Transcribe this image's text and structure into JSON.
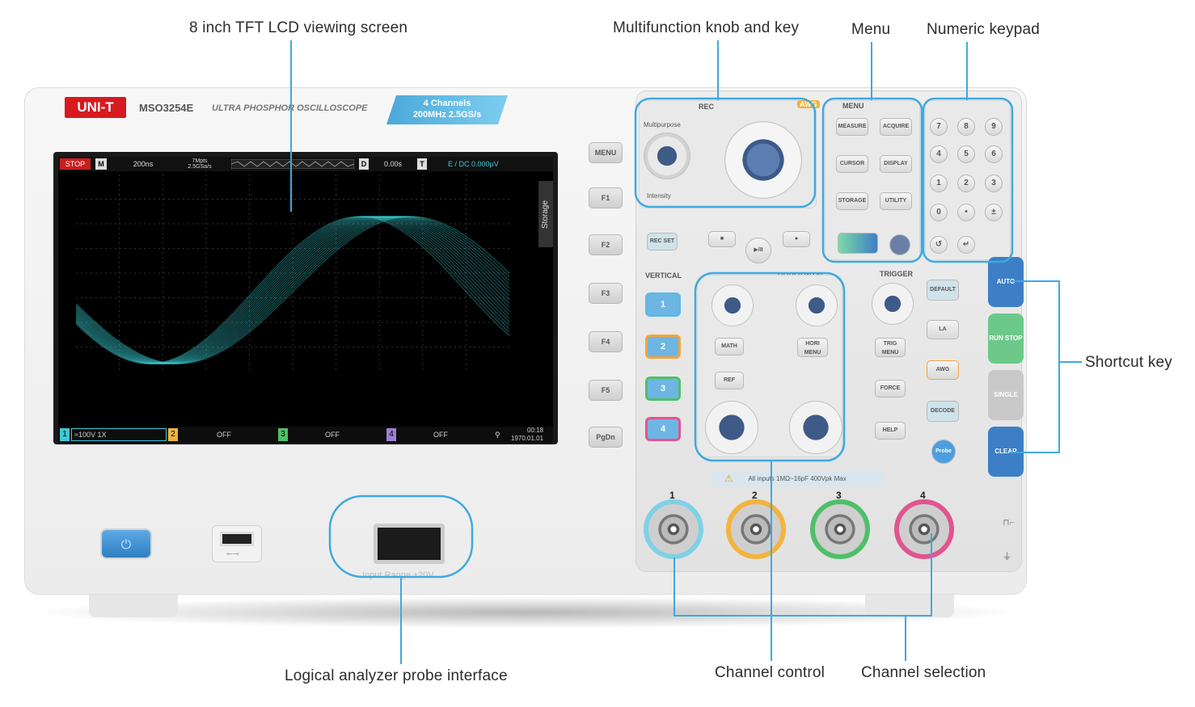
{
  "callouts": {
    "lcd": "8 inch TFT LCD viewing screen",
    "knob": "Multifunction knob and key",
    "menu": "Menu",
    "numeric": "Numeric keypad",
    "shortcut": "Shortcut key",
    "logic": "Logical analyzer probe interface",
    "channel_control": "Channel control",
    "channel_selection": "Channel selection"
  },
  "brand": {
    "logo": "UNI-T",
    "model": "MSO3254E",
    "title": "ULTRA PHOSPHOR OSCILLOSCOPE",
    "spec_line1": "4 Channels",
    "spec_line2": "200MHz 2.5GS/s"
  },
  "screen": {
    "status": "STOP",
    "mode": "M",
    "timebase": "200ns",
    "memory": "7Mpts",
    "sample_rate": "2.5GSa/s",
    "delay_tag": "D",
    "delay": "0.00s",
    "trigger_tag": "T",
    "trigger": "E / DC 0.000μV",
    "side_tab": "Storage",
    "channels": [
      {
        "num": "1",
        "value": "≈100V 1X",
        "color": "#3fc9d6"
      },
      {
        "num": "2",
        "value": "OFF",
        "color": "#f2b43c"
      },
      {
        "num": "3",
        "value": "OFF",
        "color": "#4fbf6a"
      },
      {
        "num": "4",
        "value": "OFF",
        "color": "#9b7fd8"
      }
    ],
    "time": "00:18",
    "date": "1970.01.01",
    "wave_color": "#39d0d8"
  },
  "fkeys": [
    "MENU",
    "F1",
    "F2",
    "F3",
    "F4",
    "F5",
    "PgDn"
  ],
  "panel": {
    "multipurpose": "Multipurpose",
    "intensity": "Intensity",
    "rec": "REC",
    "awg": "AWG",
    "rec_set": "REC SET",
    "menu_title": "MENU",
    "menu_keys": [
      "MEASURE",
      "ACQUIRE",
      "CURSOR",
      "DISPLAY",
      "STORAGE",
      "UTILITY"
    ],
    "numeric_keys": [
      "7",
      "8",
      "9",
      "4",
      "5",
      "6",
      "1",
      "2",
      "3",
      "0",
      "•",
      "±",
      "↺",
      "↵"
    ],
    "vertical": "VERTICAL",
    "horizontal": "HORIZONTAL",
    "trigger": "TRIGGER",
    "ch_keys": [
      "1",
      "2",
      "3",
      "4"
    ],
    "vertical_keys": [
      "MATH",
      "REF"
    ],
    "horizontal_keys": [
      "HORI MENU"
    ],
    "trigger_keys": [
      "TRIG MENU",
      "FORCE",
      "HELP"
    ],
    "side_keys": [
      "DEFAULT",
      "LA",
      "AWG",
      "DECODE",
      "Probe"
    ],
    "warning": "All inputs 1MΩ~16pF 400Vpk Max",
    "bnc_labels": [
      "1",
      "2",
      "3",
      "4"
    ],
    "bnc_colors": [
      "#7fd1e6",
      "#f2b43c",
      "#4fbf6a",
      "#e0558f"
    ]
  },
  "shortcuts": [
    {
      "label": "AUTO",
      "color": "#3d7fc6"
    },
    {
      "label": "RUN STOP",
      "color": "#6cc98a"
    },
    {
      "label": "SINGLE",
      "color": "#c9c9c9"
    },
    {
      "label": "CLEAR",
      "color": "#3d7fc6"
    }
  ],
  "front": {
    "power_symbol": "⏻",
    "usb_symbol": "⭠⭢",
    "logic_port_text": "Input Range ±20V"
  }
}
